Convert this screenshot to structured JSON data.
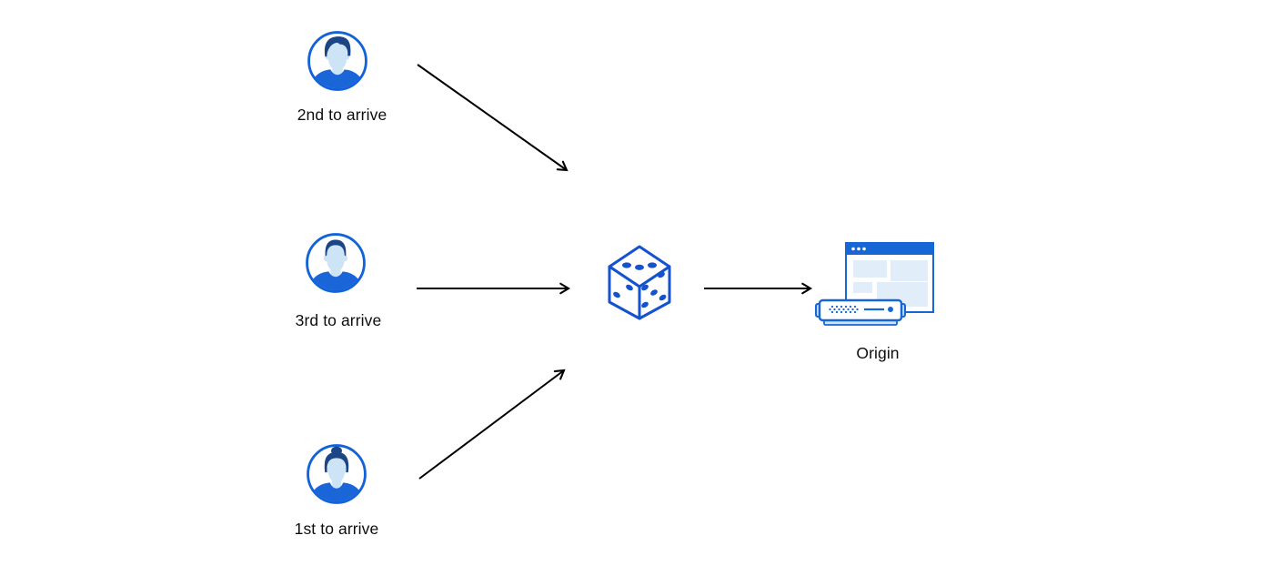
{
  "colors": {
    "blue_primary": "#1262d8",
    "blue_window": "#1766d5",
    "blue_hair_dark": "#1c4586",
    "blue_face_light": "#cde4f6",
    "blue_panel_light": "#e2edfa",
    "blue_server_base": "#cfe4f8",
    "arrow_black": "#000000",
    "label_text": "#0d0d0d",
    "background": "#ffffff"
  },
  "nodes": {
    "client_second": {
      "label": "2nd to arrive",
      "icon": "avatar-man-pompadour-icon"
    },
    "client_third": {
      "label": "3rd to arrive",
      "icon": "avatar-man-short-hair-icon"
    },
    "client_first": {
      "label": "1st to arrive",
      "icon": "avatar-woman-bun-icon"
    },
    "selector": {
      "icon": "dice-icon"
    },
    "origin": {
      "label": "Origin",
      "icon": "origin-server-icon"
    }
  },
  "edges": [
    {
      "from": "client_second",
      "to": "selector"
    },
    {
      "from": "client_third",
      "to": "selector"
    },
    {
      "from": "client_first",
      "to": "selector"
    },
    {
      "from": "selector",
      "to": "origin"
    }
  ]
}
